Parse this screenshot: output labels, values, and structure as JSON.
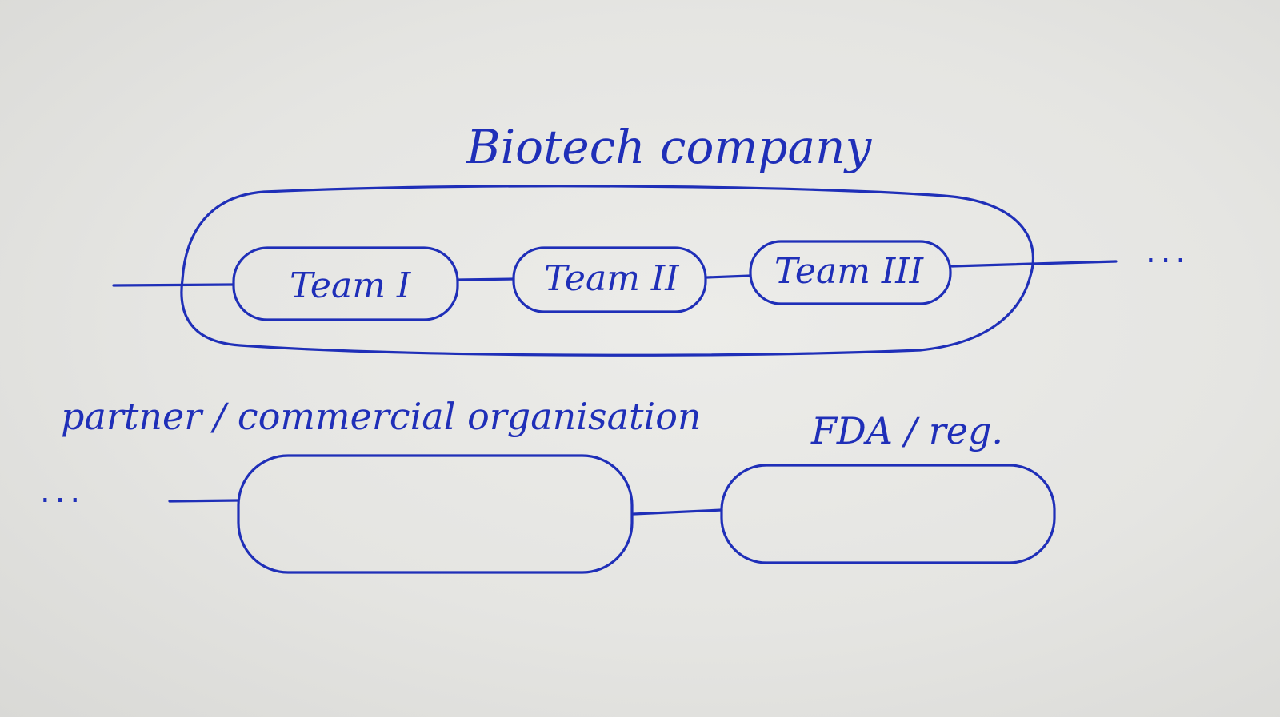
{
  "title": "Biotech company",
  "teams": [
    {
      "label": "Team I"
    },
    {
      "label": "Team II"
    },
    {
      "label": "Team III"
    }
  ],
  "partner_label": "partner / commercial organisation",
  "regulator_label": "FDA / reg.",
  "continuation": "...",
  "colors": {
    "ink": "#1f2fb8",
    "paper": "#e8e8e5"
  }
}
